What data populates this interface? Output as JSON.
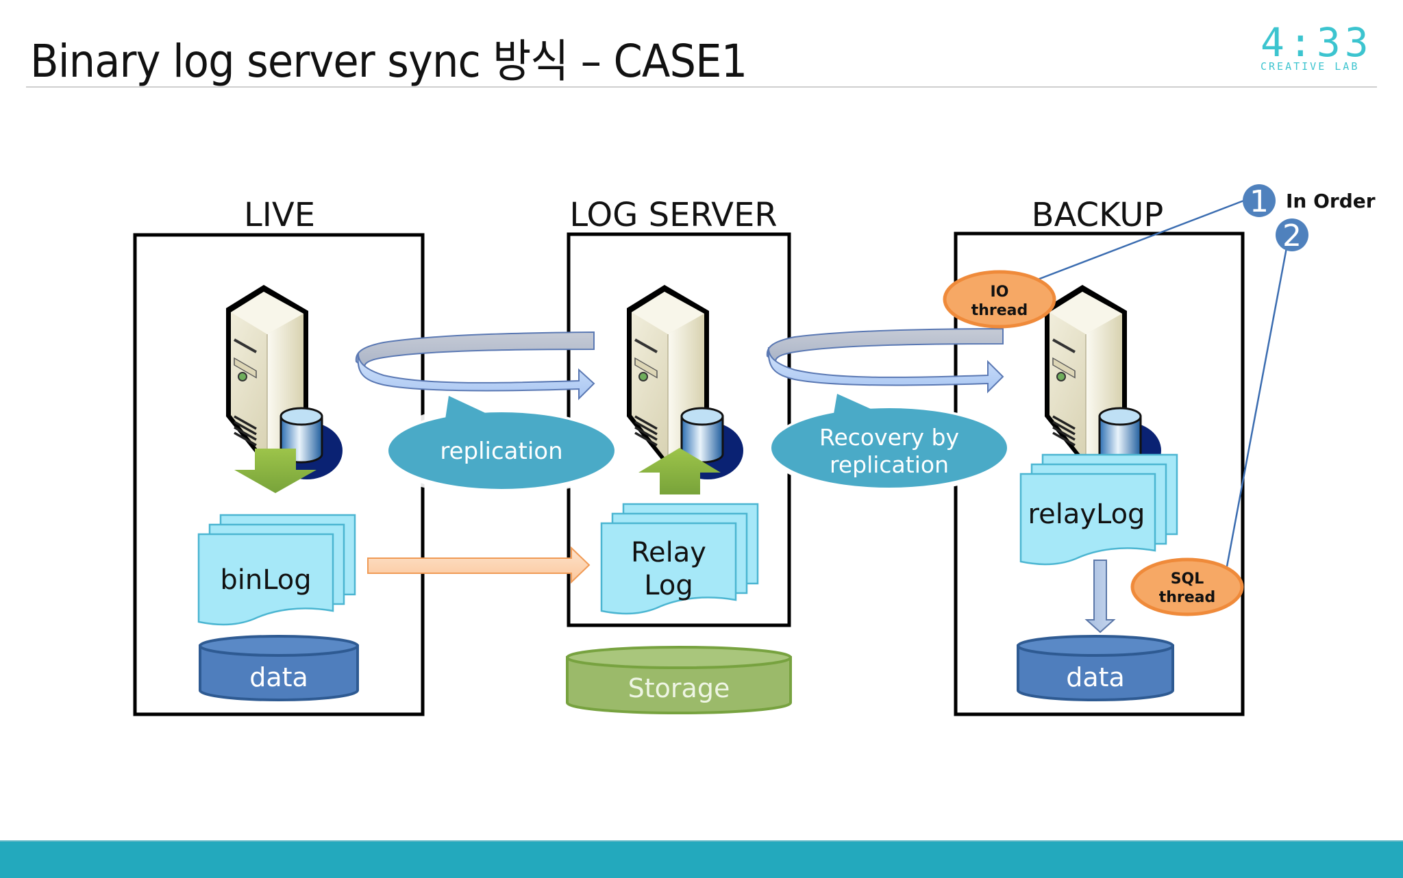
{
  "slide": {
    "title": "Binary log server sync 방식 – CASE1",
    "logo": {
      "digits": "4:33",
      "subtitle": "CREATIVE LAB"
    }
  },
  "colors": {
    "accent_teal": "#23a9bd",
    "logo_cyan": "#3cc4cf",
    "bubble_teal": "#4aaac7",
    "document_fill": "#a6e8f8",
    "database_blue": "#4f7ebd",
    "storage_green": "#9bba6a",
    "thread_orange": "#f6a865",
    "order_badge": "#4f81bd"
  },
  "diagram": {
    "nodes": [
      {
        "id": "live",
        "label": "LIVE",
        "document": "binLog",
        "database": "data"
      },
      {
        "id": "log_server",
        "label": "LOG SERVER",
        "document_lines": [
          "Relay",
          "Log"
        ],
        "database": "Storage"
      },
      {
        "id": "backup",
        "label": "BACKUP",
        "document": "relayLog",
        "database": "data"
      }
    ],
    "callouts": {
      "replication": "replication",
      "recovery_lines": [
        "Recovery by",
        "replication"
      ]
    },
    "threads": {
      "io": [
        "IO",
        "thread"
      ],
      "sql": [
        "SQL",
        "thread"
      ]
    },
    "order": {
      "label": "In Order",
      "steps": [
        "1",
        "2"
      ]
    }
  }
}
